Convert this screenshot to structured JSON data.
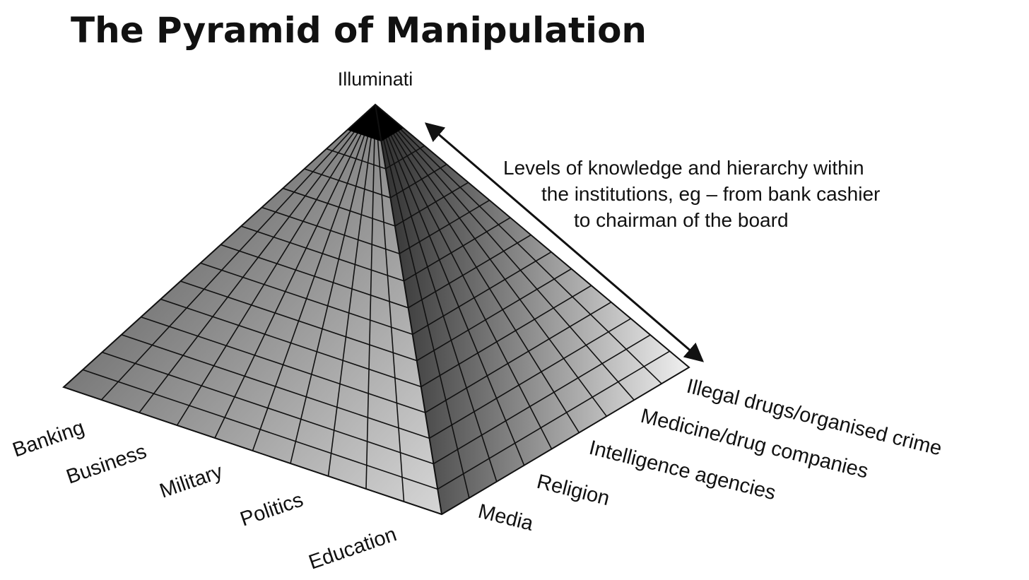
{
  "diagram": {
    "title": "The Pyramid of Manipulation",
    "apex_label": "Illuminati",
    "hierarchy_note": [
      "Levels of knowledge and hierarchy within",
      "the institutions, eg – from bank cashier",
      "to chairman of the board"
    ],
    "left_face_labels": [
      "Banking",
      "Business",
      "Military",
      "Politics",
      "Education"
    ],
    "right_face_labels": [
      "Media",
      "Religion",
      "Intelligence agencies",
      "Medicine/drug companies",
      "Illegal drugs/organised crime"
    ],
    "levels_count": 15,
    "left_face_columns": 10,
    "right_face_columns": 9,
    "colors": {
      "apex": "#000000",
      "left_face_dark": "#4a4a4a",
      "left_face_light": "#d6d6d6",
      "right_face_dark": "#2e2e2e",
      "right_face_light": "#f0f0f0",
      "grid_line": "#111111",
      "text": "#111111"
    }
  }
}
